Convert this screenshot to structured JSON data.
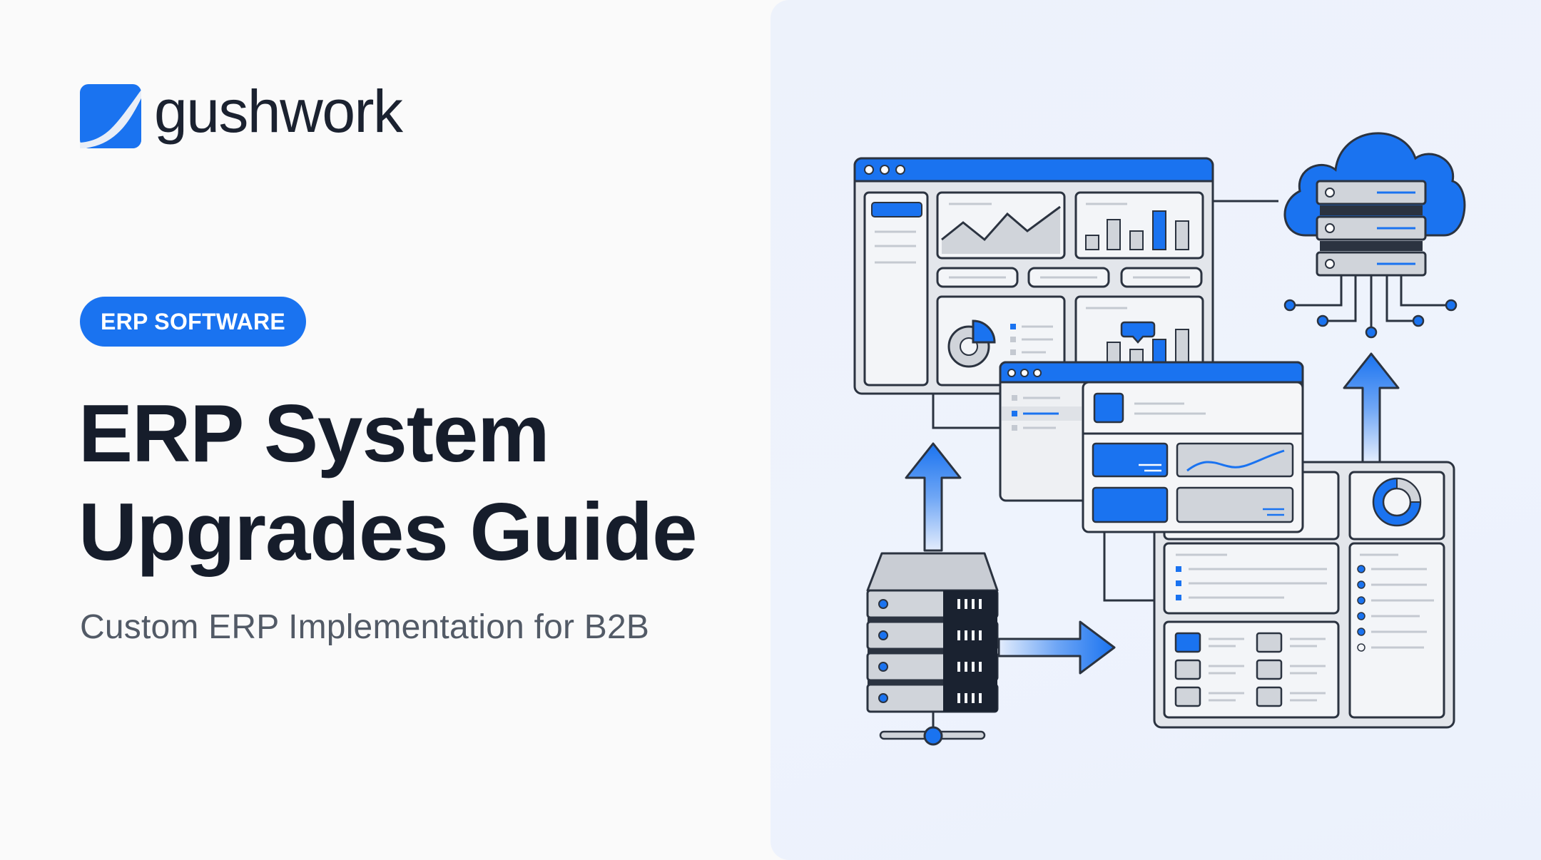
{
  "brand": {
    "name": "gushwork",
    "accent_color": "#1a73f0",
    "logo_icon": "gushwork-logo-icon"
  },
  "badge": {
    "label": "ERP SOFTWARE"
  },
  "hero": {
    "title_line_1": "ERP System",
    "title_line_2": "Upgrades Guide",
    "subtitle": "Custom ERP Implementation for B2B"
  },
  "illustration": {
    "icons": [
      "dashboard-window-icon",
      "area-chart-icon",
      "bar-chart-icon",
      "pie-chart-icon",
      "cloud-server-icon",
      "server-rack-icon",
      "upload-arrow-icon",
      "right-arrow-icon",
      "donut-chart-icon"
    ]
  }
}
